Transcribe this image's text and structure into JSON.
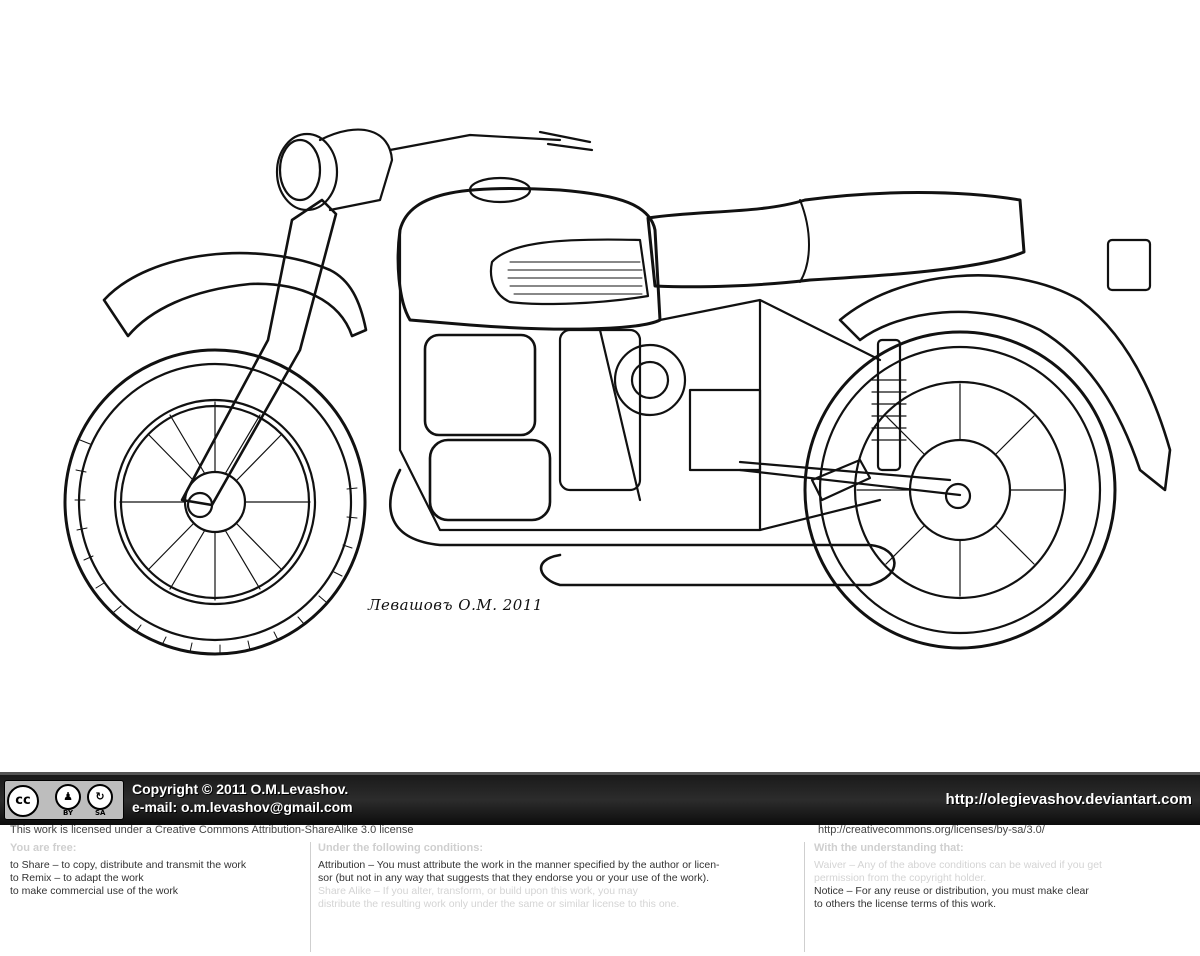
{
  "artwork": {
    "signature": "Левашовъ О.М. 2011"
  },
  "license_bar": {
    "cc_icons": [
      "cc-icon",
      "by-icon",
      "sa-icon"
    ],
    "cc_labels": {
      "main": "cc",
      "by": "BY",
      "sa": "SA"
    },
    "copyright": "Copyright © 2011 O.M.Levashov.",
    "email": "e-mail: o.m.levashov@gmail.com",
    "site": "http://olegievashov.deviantart.com"
  },
  "license_text": {
    "intro": "This work is licensed under a Creative Commons Attribution-ShareAlike 3.0 license",
    "url": "http://creativecommons.org/licenses/by-sa/3.0/",
    "col1": {
      "heading": "You are free:",
      "lines": [
        "to Share – to copy, distribute and transmit the work",
        "to Remix – to adapt the work",
        "to make commercial use of the work"
      ]
    },
    "col2": {
      "heading": "Under the following conditions:",
      "lines": [
        "Attribution – You must attribute the work in the manner specified by the author or licen-",
        "sor (but not in any way that suggests that they endorse you or your use of the work).",
        "Share Alike – If you alter, transform, or build upon this work, you may",
        "distribute the resulting work only under the same or similar license to this one."
      ]
    },
    "col3": {
      "heading": "With the understanding that:",
      "lines": [
        "Waiver – Any of the above conditions can be waived if you get",
        "permission from the copyright holder.",
        "Notice – For any reuse or distribution, you must make clear",
        "to others the license terms of this work."
      ]
    }
  },
  "colors": {
    "ink": "#111111",
    "bar": "#1a1a1a",
    "paper": "#ffffff"
  }
}
